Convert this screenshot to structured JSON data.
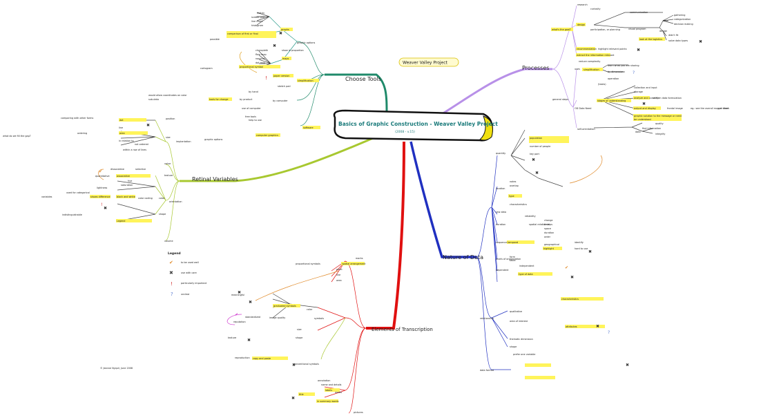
{
  "central": {
    "title": "Basics of Graphic Construction - Weaver Valley Project",
    "subtitle": "(2008 - v.15)"
  },
  "project_label": "Weaver Valley Project",
  "branches": {
    "choose_tools": "Choose Tools",
    "processes": "Processes",
    "retinal": "Retinal Variables",
    "nature": "Nature of Data",
    "elements": "Elements of Transcription"
  },
  "legend": {
    "title": "Legend",
    "items": [
      {
        "label": "to be used well",
        "icon": "check-icon",
        "color": "#e08a2a"
      },
      {
        "label": "use with care",
        "icon": "cross-icon",
        "color": "#444444"
      },
      {
        "label": "particularly important",
        "icon": "exclamation-icon",
        "color": "#d02020"
      },
      {
        "label": "unclear",
        "icon": "question-icon",
        "color": "#5a7ad0"
      }
    ]
  },
  "credit": "© Jeanne Nyquil, June 2008",
  "processes_nodes": [
    "what's the goal?",
    "research",
    "curiosity",
    "design",
    "communication",
    "participation, or planning",
    "data",
    "gathering",
    "categorization",
    "decision making",
    "visual program",
    "design",
    "didn't fit",
    "look at the logistics",
    "solve data types",
    "recommendation",
    "highlight relevant points",
    "extract the information relevant",
    "reduce complexity",
    "uses",
    "simplification",
    "learn what you are sharing",
    "by dimension",
    "?",
    "operation",
    "general steps",
    "(tasks)",
    "collection and input",
    "storage",
    "stages of understanding",
    "analyze and correlate",
    "unify in data formulation",
    "output and display",
    "frontal image",
    "eg.: see the overall map or chart",
    "get them",
    "graphic solution to the message or need",
    "be understood",
    "find information",
    "data",
    "quality",
    "integrity",
    "OD Data Need",
    "self-orientation"
  ],
  "choose_tools_nodes": [
    "graphs",
    "maps",
    "matrix",
    "scatter plot",
    "line chart",
    "histogram",
    "possible",
    "comparison of first or final",
    "graphic options",
    "choropleth",
    "flow map",
    "nominal",
    "dot map",
    "proportional symbol",
    "cartogram",
    "show in proportion",
    "simplification",
    "paper version",
    "sketch pad",
    "would allow coordinates on color",
    "sub-data",
    "tools for change",
    "by hand",
    "by product",
    "by computer",
    "use of computer",
    "free tools",
    "computer graphics",
    "software",
    "help to use",
    "graphic options"
  ],
  "retinal_nodes": [
    "size",
    "implantation",
    "position",
    "value",
    "texture",
    "color",
    "orientation",
    "shape",
    "comparing with other forms",
    "dot",
    "line",
    "area",
    "ordering",
    "in relation to",
    "not ordered",
    "within a row of lines",
    "selective",
    "dissociative",
    "associative",
    "quantitative",
    "hue",
    "saturation",
    "lightness",
    "black and white",
    "color coding",
    "shows difference",
    "used for categorical",
    "variables",
    "Legend",
    "indistinguishable",
    "what do we fill the gap?",
    "volume"
  ],
  "nature_nodes": [
    "quantity",
    "population",
    "number of people",
    "key part",
    "location",
    "notes",
    "overlap",
    "type",
    "characteristics",
    "raw data",
    "reliability",
    "duration",
    "spatial relationships",
    "change",
    "time",
    "space",
    "duration",
    "order",
    "sequence",
    "temporal",
    "geographical",
    "identify",
    "highlight",
    "hard to use",
    "levels of organization",
    "form",
    "table",
    "dependent",
    "independent",
    "type of data",
    "relationship",
    "qualitative",
    "area of interest",
    "thematic dimension",
    "shape",
    "characteristics",
    "attributes",
    "prefer one variable",
    "data format"
  ],
  "elements_nodes": [
    "marks",
    "spatial arrangement",
    "point",
    "line",
    "area",
    "symbols",
    "proportional symbols",
    "graduated symbols",
    "meaningful",
    "standardized",
    "reputation",
    "image quality",
    "size",
    "shape",
    "color",
    "texture",
    "conventional symbols",
    "reproduction",
    "copy and paste",
    "words",
    "labels",
    "title",
    "annotation",
    "name and details",
    "in summary words",
    "pictures"
  ]
}
